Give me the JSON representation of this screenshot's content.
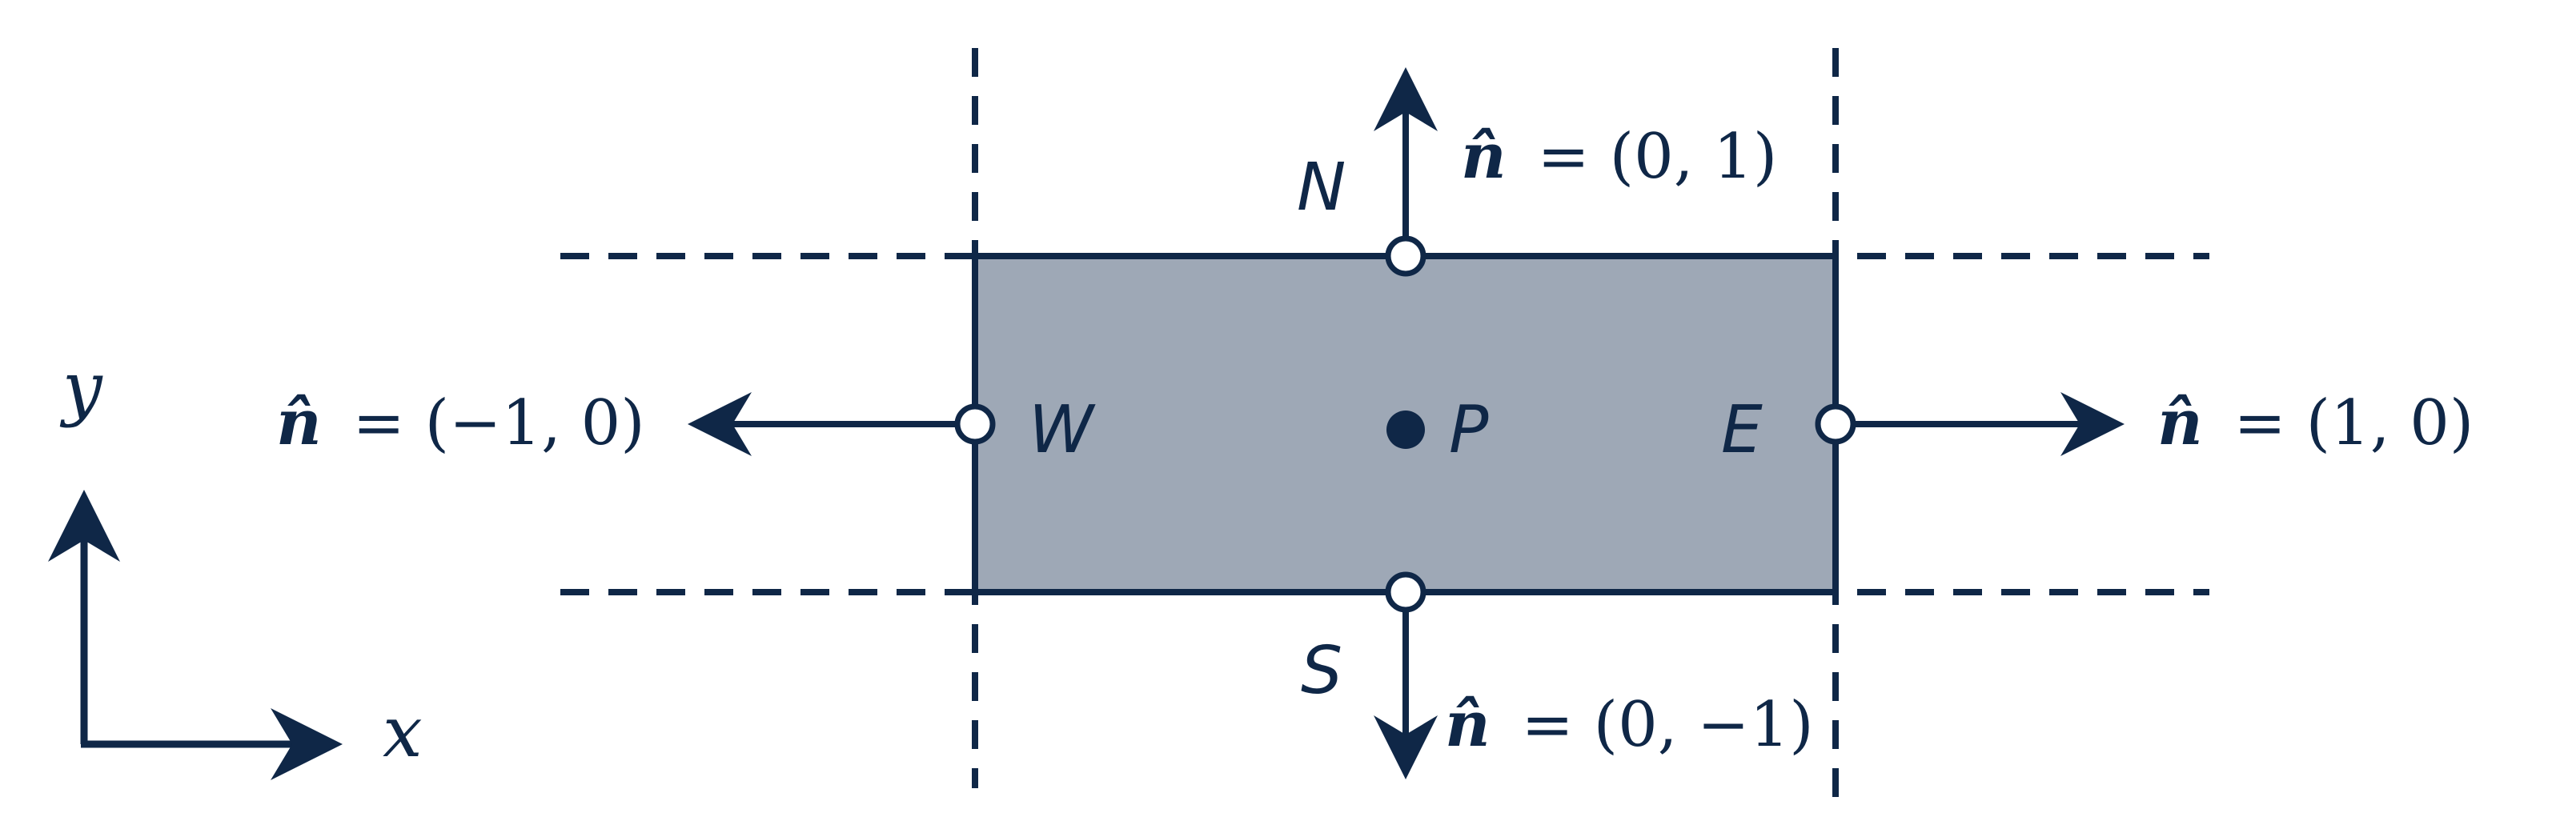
{
  "colors": {
    "line": "#0f2747",
    "cell_fill": "#9ea8b6",
    "background": "#ffffff"
  },
  "axes": {
    "x_label": "x",
    "y_label": "y"
  },
  "cell": {
    "center_label": "P",
    "faces": {
      "north": {
        "label": "N",
        "normal_symbol": "n̂",
        "normal_value": "= (0, 1)"
      },
      "south": {
        "label": "S",
        "normal_symbol": "n̂",
        "normal_value": "= (0, −1)"
      },
      "east": {
        "label": "E",
        "normal_symbol": "n̂",
        "normal_value": "= (1, 0)"
      },
      "west": {
        "label": "W",
        "normal_symbol": "n̂",
        "normal_value": "= (−1, 0)"
      }
    }
  }
}
